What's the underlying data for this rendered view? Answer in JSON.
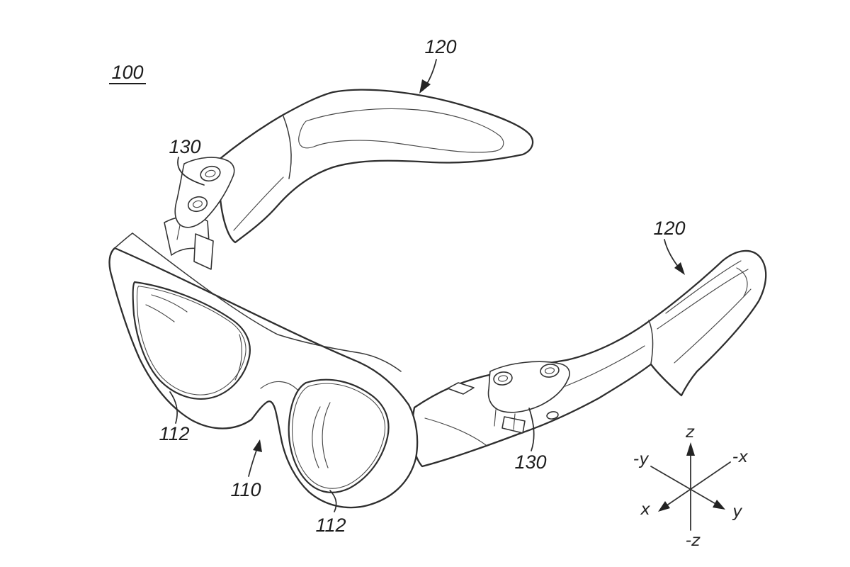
{
  "figure": {
    "figure_number": "100",
    "ref_labels": {
      "temple_left": "120",
      "temple_right": "120",
      "hinge_left": "130",
      "hinge_right": "130",
      "rim_left": "112",
      "rim_right": "112",
      "front_frame": "110"
    },
    "axis_indicator": {
      "pos_z": "z",
      "neg_z": "-z",
      "pos_x": "x",
      "neg_x": "-x",
      "pos_y": "y",
      "neg_y": "-y"
    },
    "colors": {
      "ink": "#2e2e2e",
      "background": "#ffffff"
    }
  }
}
